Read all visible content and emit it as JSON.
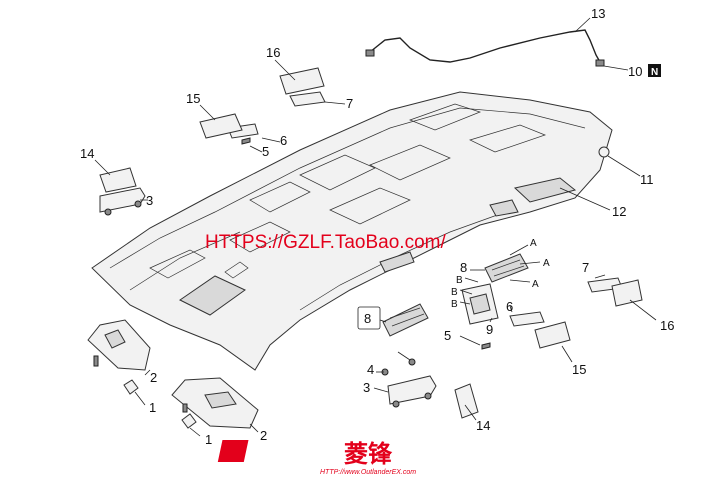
{
  "callouts": {
    "c1a": "1",
    "c1b": "1",
    "c2a": "2",
    "c2b": "2",
    "c3a": "3",
    "c3b": "3",
    "c4": "4",
    "c5a": "5",
    "c5b": "5",
    "c6a": "6",
    "c6b": "6",
    "c7a": "7",
    "c7b": "7",
    "c8a": "8",
    "c8b": "8",
    "c9": "9",
    "c10": "10",
    "c11": "11",
    "c12": "12",
    "c13": "13",
    "c14a": "14",
    "c14b": "14",
    "c15a": "15",
    "c15b": "15",
    "c16a": "16",
    "c16b": "16"
  },
  "view_markers": {
    "a1": "A",
    "a2": "A",
    "a3": "A",
    "b1": "B",
    "b2": "B",
    "b3": "B",
    "n": "N"
  },
  "watermark": {
    "url_text": "HTTPS://GZLF.TaoBao.com/",
    "logo_text": "菱锋",
    "logo_url": "HTTP://www.OutlanderEX.com"
  },
  "colors": {
    "watermark_red": "#e3001b",
    "line": "#333333"
  }
}
